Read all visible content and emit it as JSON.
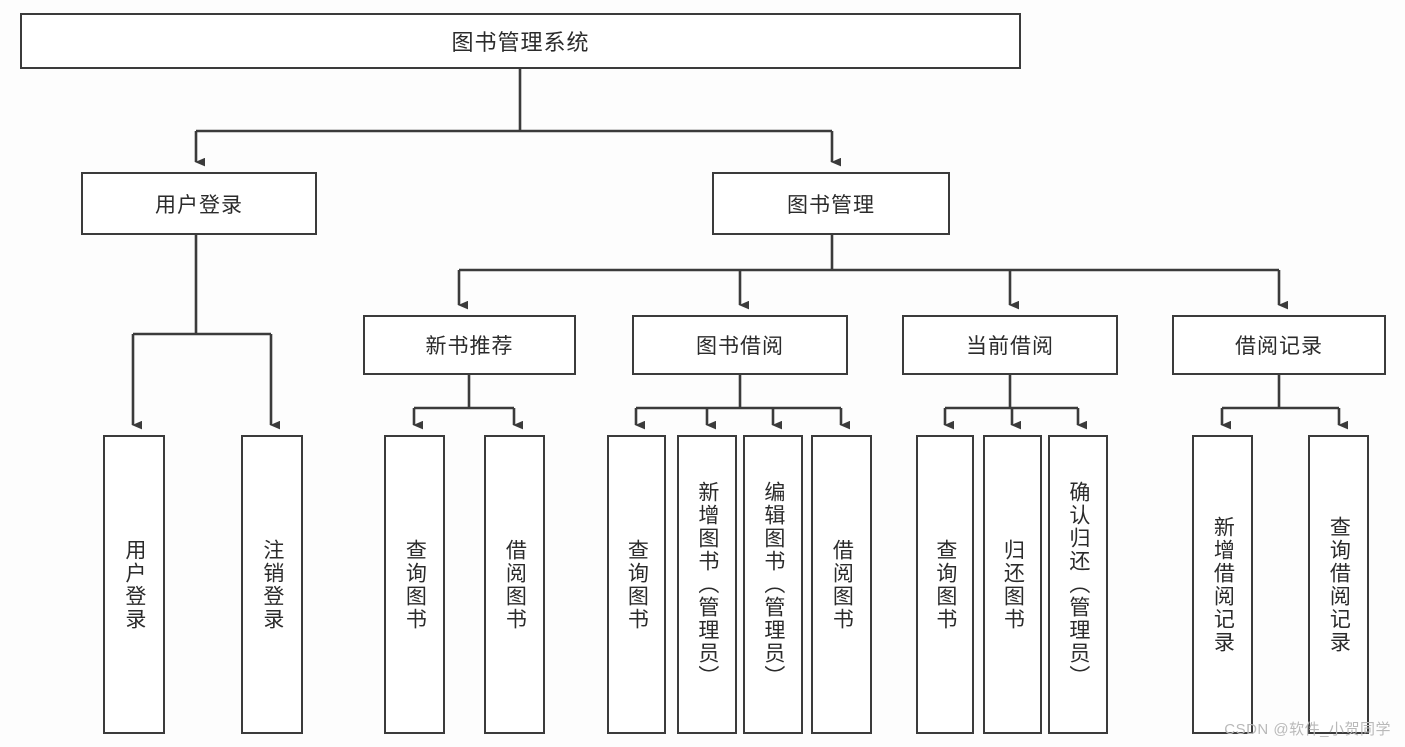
{
  "diagram": {
    "title": "图书管理系统",
    "type": "hierarchy-tree",
    "colors": {
      "box_border": "#3b3b3b",
      "box_fill": "#ffffff",
      "connector": "#3b3b3b",
      "background": "#fdfdfd",
      "watermark": "#b9b9b9"
    },
    "levels": {
      "root": "图书管理系统",
      "level2": [
        "用户登录",
        "图书管理"
      ],
      "level3": [
        "新书推荐",
        "图书借阅",
        "当前借阅",
        "借阅记录"
      ]
    },
    "nodes": {
      "root": {
        "label": "图书管理系统"
      },
      "user_login": {
        "label": "用户登录"
      },
      "book_manage": {
        "label": "图书管理"
      },
      "new_book_rec": {
        "label": "新书推荐"
      },
      "book_borrow": {
        "label": "图书借阅"
      },
      "current_borrow": {
        "label": "当前借阅"
      },
      "borrow_record": {
        "label": "借阅记录"
      }
    },
    "leaves": {
      "user_login": [
        {
          "label": "用户登录"
        },
        {
          "label": "注销登录"
        }
      ],
      "new_book_rec": [
        {
          "label": "查询图书"
        },
        {
          "label": "借阅图书"
        }
      ],
      "book_borrow": [
        {
          "label": "查询图书"
        },
        {
          "label": "新增图书（管理员）"
        },
        {
          "label": "编辑图书（管理员）"
        },
        {
          "label": "借阅图书"
        }
      ],
      "current_borrow": [
        {
          "label": "查询图书"
        },
        {
          "label": "归还图书"
        },
        {
          "label": "确认归还（管理员）"
        }
      ],
      "borrow_record": [
        {
          "label": "新增借阅记录"
        },
        {
          "label": "查询借阅记录"
        }
      ]
    },
    "watermark": "CSDN @软件_小贺同学"
  }
}
